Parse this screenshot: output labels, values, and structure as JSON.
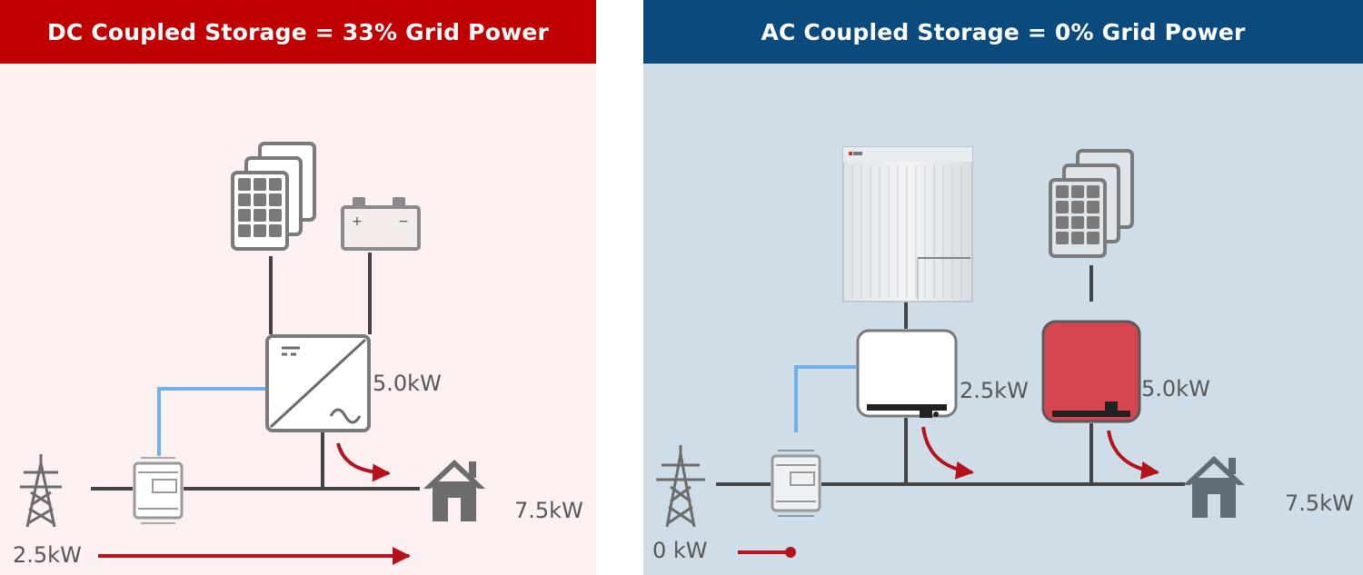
{
  "dc_panel": {
    "title": "DC Coupled Storage  = 33% Grid Power",
    "inverter_power": "5.0kW",
    "house_load": "7.5kW",
    "grid_power": "2.5kW",
    "battery_plus": "+",
    "battery_minus": "−"
  },
  "ac_panel": {
    "title": "AC Coupled Storage = 0% Grid Power",
    "battery_inverter_power": "2.5kW",
    "solar_inverter_power": "5.0kW",
    "house_load": "7.5kW",
    "grid_power": "0 kW"
  },
  "colors": {
    "dc_banner": "#c00000",
    "ac_banner": "#0b4a7c",
    "flow_arrow": "#b5121b",
    "comm_line": "#6fb0e6",
    "wire": "#444444",
    "solar_inverter_red": "#d64550"
  }
}
